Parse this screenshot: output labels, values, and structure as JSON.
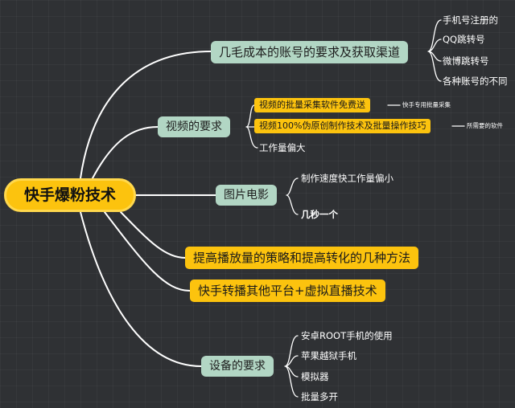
{
  "root": {
    "label": "快手爆粉技术"
  },
  "branches": {
    "account": {
      "label": "几毛成本的账号的要求及获取渠道",
      "items": [
        "手机号注册的",
        "QQ跳转号",
        "微博跳转号",
        "各种账号的不同"
      ]
    },
    "video": {
      "label": "视频的要求",
      "software": {
        "label": "视频的批量采集软件免费送",
        "note": "快手专用批量采集"
      },
      "pseudo": {
        "label": "视频100%伪原创制作技术及批量操作技巧",
        "note": "所需要的软件"
      },
      "workload": "工作量偏大"
    },
    "image": {
      "label": "图片电影",
      "items": [
        "制作速度快工作量偏小",
        "几秒一个"
      ]
    },
    "strategy": {
      "label": "提高播放量的策略和提高转化的几种方法"
    },
    "transfer": {
      "label": "快手转播其他平台+虚拟直播技术"
    },
    "device": {
      "label": "设备的要求",
      "items": [
        "安卓ROOT手机的使用",
        "苹果越狱手机",
        "模拟器",
        "批量多开"
      ]
    }
  },
  "colors": {
    "background": "#2f3134",
    "root": "#fcc30e",
    "teal_node": "#b2d6c4",
    "yellow_node": "#fcc30e",
    "lines": "#ffffff"
  }
}
